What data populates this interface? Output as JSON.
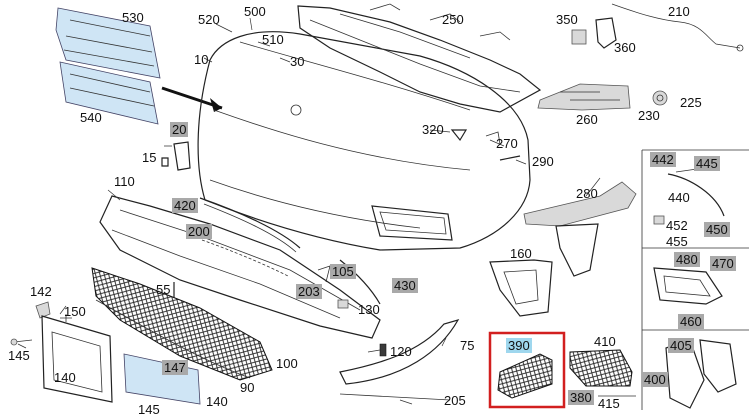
{
  "callouts": [
    {
      "key": "p530",
      "text": "530",
      "style": "plain"
    },
    {
      "key": "p540",
      "text": "540",
      "style": "plain"
    },
    {
      "key": "p520",
      "text": "520",
      "style": "plain"
    },
    {
      "key": "p500",
      "text": "500",
      "style": "plain"
    },
    {
      "key": "p510",
      "text": "510",
      "style": "plain"
    },
    {
      "key": "p10",
      "text": "10",
      "style": "plain"
    },
    {
      "key": "p30",
      "text": "30",
      "style": "plain"
    },
    {
      "key": "p250",
      "text": "250",
      "style": "plain"
    },
    {
      "key": "p350",
      "text": "350",
      "style": "plain"
    },
    {
      "key": "p210",
      "text": "210",
      "style": "plain"
    },
    {
      "key": "p360",
      "text": "360",
      "style": "plain"
    },
    {
      "key": "p225",
      "text": "225",
      "style": "plain"
    },
    {
      "key": "p230",
      "text": "230",
      "style": "plain"
    },
    {
      "key": "p260",
      "text": "260",
      "style": "plain"
    },
    {
      "key": "p320",
      "text": "320",
      "style": "plain"
    },
    {
      "key": "p270",
      "text": "270",
      "style": "plain"
    },
    {
      "key": "p20",
      "text": "20",
      "style": "gray"
    },
    {
      "key": "p15",
      "text": "15",
      "style": "plain"
    },
    {
      "key": "p290",
      "text": "290",
      "style": "plain"
    },
    {
      "key": "p110",
      "text": "110",
      "style": "plain"
    },
    {
      "key": "p420",
      "text": "420",
      "style": "gray"
    },
    {
      "key": "p280",
      "text": "280",
      "style": "plain"
    },
    {
      "key": "p442",
      "text": "442",
      "style": "gray"
    },
    {
      "key": "p445",
      "text": "445",
      "style": "gray"
    },
    {
      "key": "p440",
      "text": "440",
      "style": "plain"
    },
    {
      "key": "p452",
      "text": "452",
      "style": "plain"
    },
    {
      "key": "p455",
      "text": "455",
      "style": "plain"
    },
    {
      "key": "p450",
      "text": "450",
      "style": "gray"
    },
    {
      "key": "p200",
      "text": "200",
      "style": "gray"
    },
    {
      "key": "p160",
      "text": "160",
      "style": "plain"
    },
    {
      "key": "p480",
      "text": "480",
      "style": "gray"
    },
    {
      "key": "p470",
      "text": "470",
      "style": "gray"
    },
    {
      "key": "p105",
      "text": "105",
      "style": "gray"
    },
    {
      "key": "p430",
      "text": "430",
      "style": "gray"
    },
    {
      "key": "p203",
      "text": "203",
      "style": "gray"
    },
    {
      "key": "p55",
      "text": "55",
      "style": "plain"
    },
    {
      "key": "p142",
      "text": "142",
      "style": "plain"
    },
    {
      "key": "p150",
      "text": "150",
      "style": "plain"
    },
    {
      "key": "p130",
      "text": "130",
      "style": "plain"
    },
    {
      "key": "p460",
      "text": "460",
      "style": "gray"
    },
    {
      "key": "p145",
      "text": "145",
      "style": "plain"
    },
    {
      "key": "p390",
      "text": "390",
      "style": "blue"
    },
    {
      "key": "p410",
      "text": "410",
      "style": "plain"
    },
    {
      "key": "p75",
      "text": "75",
      "style": "plain"
    },
    {
      "key": "p120",
      "text": "120",
      "style": "plain"
    },
    {
      "key": "p405",
      "text": "405",
      "style": "gray"
    },
    {
      "key": "p100",
      "text": "100",
      "style": "plain"
    },
    {
      "key": "p140a",
      "text": "140",
      "style": "plain"
    },
    {
      "key": "p147",
      "text": "147",
      "style": "gray"
    },
    {
      "key": "p90",
      "text": "90",
      "style": "plain"
    },
    {
      "key": "p400",
      "text": "400",
      "style": "gray"
    },
    {
      "key": "p380",
      "text": "380",
      "style": "gray"
    },
    {
      "key": "p415",
      "text": "415",
      "style": "plain"
    },
    {
      "key": "p205",
      "text": "205",
      "style": "plain"
    },
    {
      "key": "p140b",
      "text": "140",
      "style": "plain"
    },
    {
      "key": "p145b",
      "text": "145",
      "style": "plain"
    }
  ],
  "selected_part": "390",
  "colors": {
    "highlight_gray": "#a9a9a9",
    "highlight_blue": "#9fd7ee",
    "selection_border": "#d21f1f"
  }
}
